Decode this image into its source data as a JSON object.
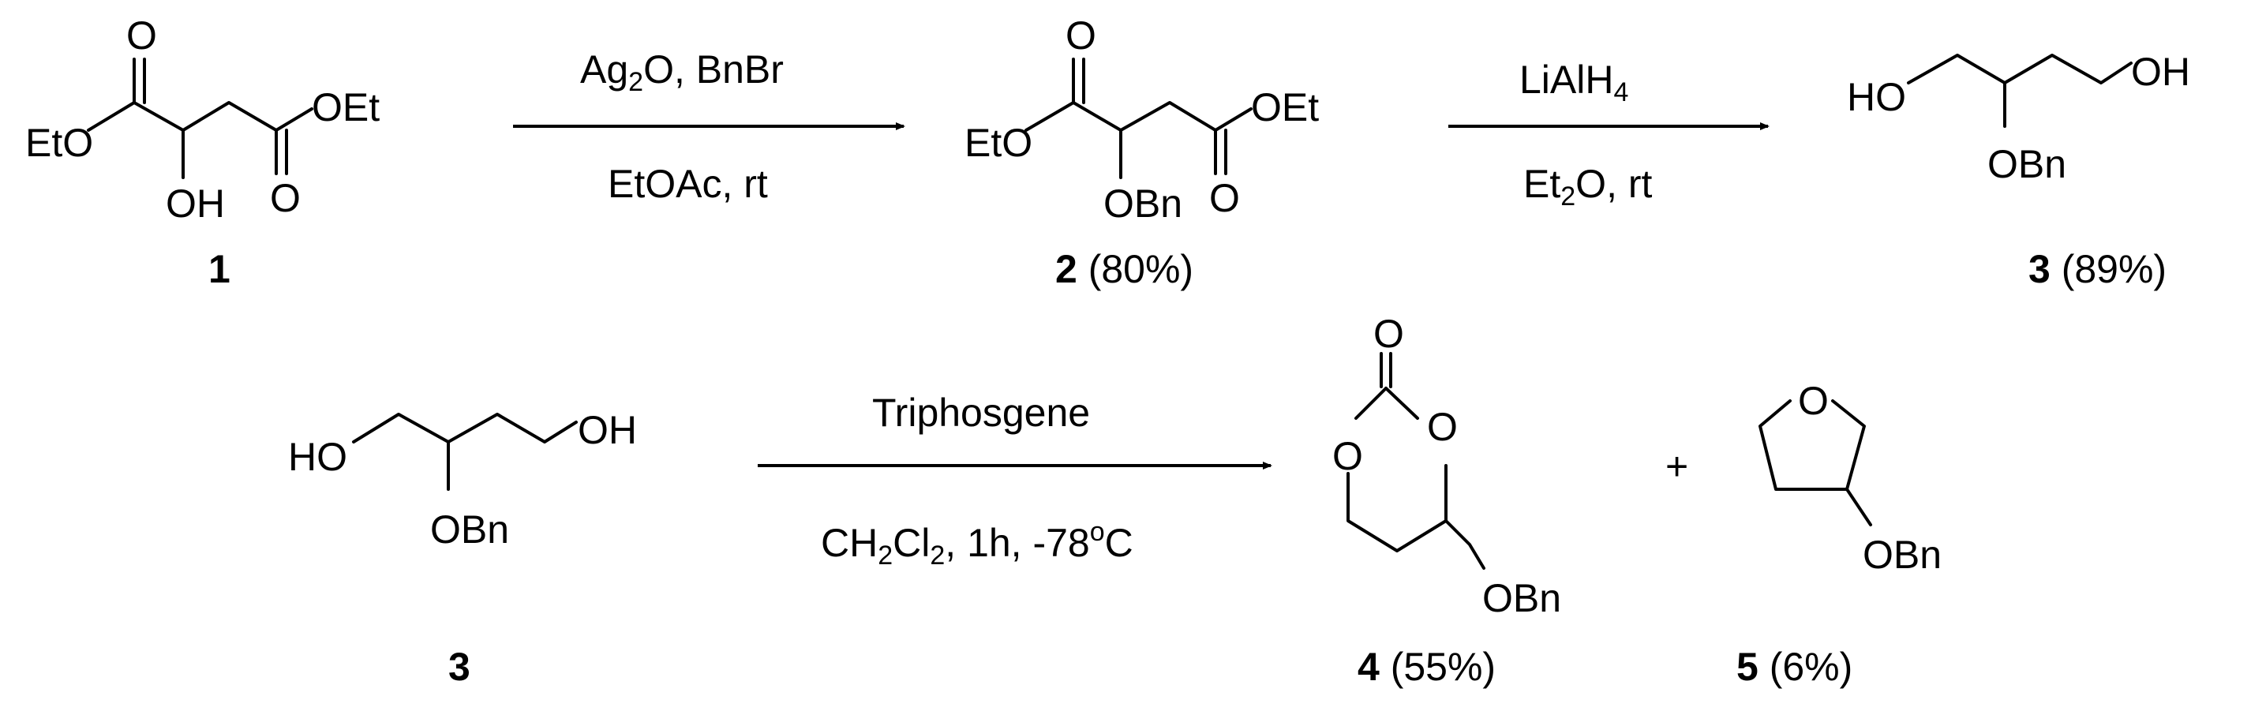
{
  "atoms": {
    "O": "O",
    "OH": "OH",
    "HO": "HO",
    "OEt": "OEt",
    "EtO": "EtO",
    "OBn": "OBn",
    "plus": "+"
  },
  "steps": {
    "step1": {
      "reagent_top_main": "Ag",
      "reagent_top_sub": "2",
      "reagent_top_rest": "O, BnBr",
      "conditions": "EtOAc, rt"
    },
    "step2": {
      "reagent_top_main": "LiAlH",
      "reagent_top_sub": "4",
      "cond_main": "Et",
      "cond_sub": "2",
      "cond_rest": "O, rt"
    },
    "step3": {
      "reagent_top": "Triphosgene",
      "cond_a": "CH",
      "cond_sub1": "2",
      "cond_b": "Cl",
      "cond_sub2": "2",
      "cond_c": ", 1h, -78",
      "cond_sup": "o",
      "cond_d": "C"
    }
  },
  "compounds": {
    "c1": {
      "number": "1",
      "yield": ""
    },
    "c2": {
      "number": "2",
      "yield": " (80%)"
    },
    "c3": {
      "number": "3",
      "yield": " (89%)"
    },
    "c3b": {
      "number": "3",
      "yield": ""
    },
    "c4": {
      "number": "4",
      "yield": " (55%)"
    },
    "c5": {
      "number": "5",
      "yield": " (6%)"
    }
  }
}
